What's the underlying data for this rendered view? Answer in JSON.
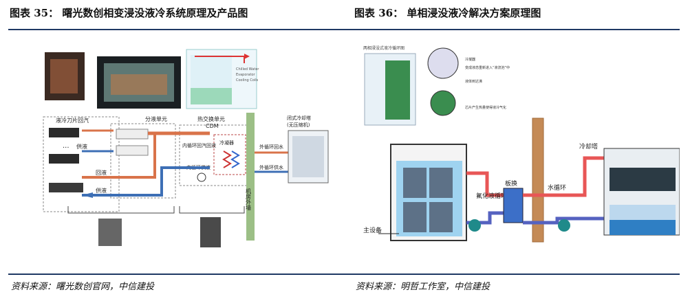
{
  "left": {
    "caption": "图表 35：  曙光数创相变浸没液冷系统原理及产品图",
    "source": "资料来源：曙光数创官网，中信建投",
    "labels": {
      "blade": "液冷刀片",
      "dots": "···",
      "return_vapor": "回汽",
      "supply_liquid": "供液",
      "return_liquid": "回液",
      "supply_liquid2": "供液",
      "distribution": "分液单元",
      "hex_unit": "热交换单元",
      "cdm": "CDM",
      "inner_loop_return": "内循环回汽回液",
      "condenser": "冷凝器",
      "inner_loop_supply": "内循环供液",
      "outer_return": "外循环回水",
      "outer_supply": "外循环供水",
      "tower": "闭式冷却塔",
      "tower_sub": "(无压缩机)",
      "wall": "机房外墙"
    }
  },
  "right": {
    "caption": "图表 36：  单相浸没液冷解决方案原理图",
    "source": "资料来源：明哲工作室，中信建投",
    "labels": {
      "main_equipment": "主设备",
      "coolant_loop": "氟化液循环",
      "plate_hex": "板换",
      "water_loop": "水循环",
      "cooling_tower": "冷却塔",
      "inset_title": "两相浸没式液冷循环图",
      "inset_1": "冷凝器",
      "inset_2": "变成液态重新进入“液流池”中",
      "inset_3": "液体到达沸",
      "inset_4": "芯片产生热量使得液冷气化"
    }
  },
  "colors": {
    "rule": "#1f3864",
    "hot": "#d9734a",
    "cold": "#3d6fb5",
    "green_wall": "#9cbf86"
  }
}
